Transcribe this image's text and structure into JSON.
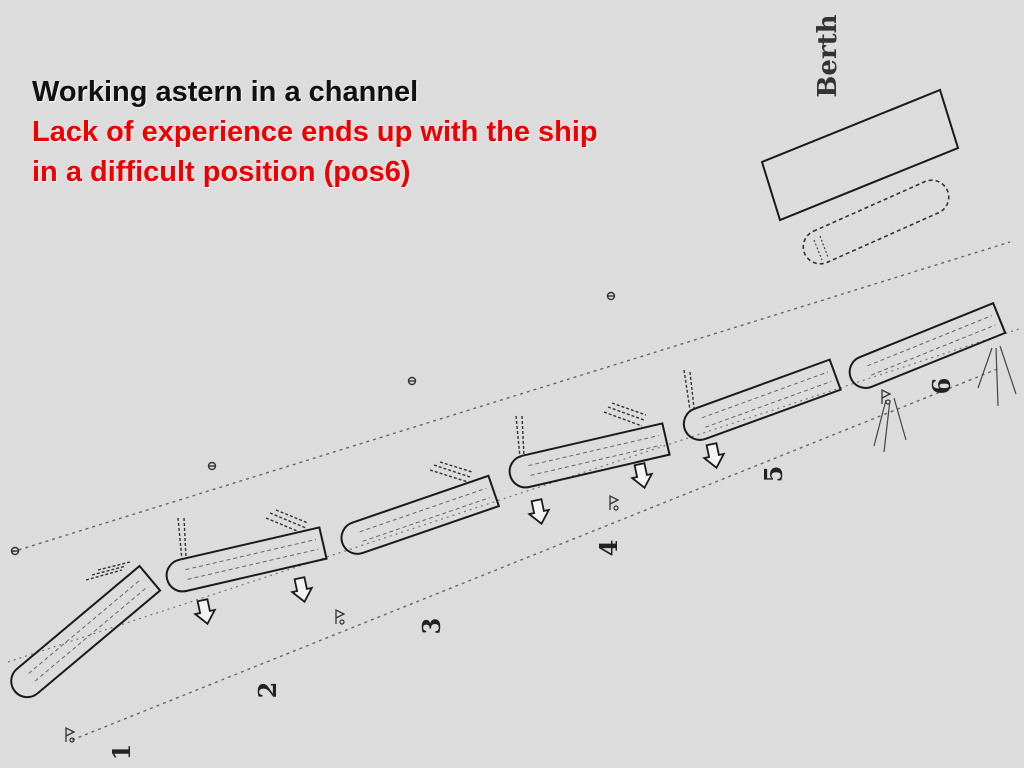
{
  "title": "Working astern in a channel",
  "subtitle_line1": "Lack of experience ends up with the ship",
  "subtitle_line2": "in a difficult position (pos6)",
  "colors": {
    "title": "#111111",
    "subtitle": "#ee0000",
    "background": "#dcdcdc",
    "ink": "#1a1a1a"
  },
  "berth_label": "Berth",
  "positions": [
    "1",
    "2",
    "3",
    "4",
    "5",
    "6"
  ]
}
